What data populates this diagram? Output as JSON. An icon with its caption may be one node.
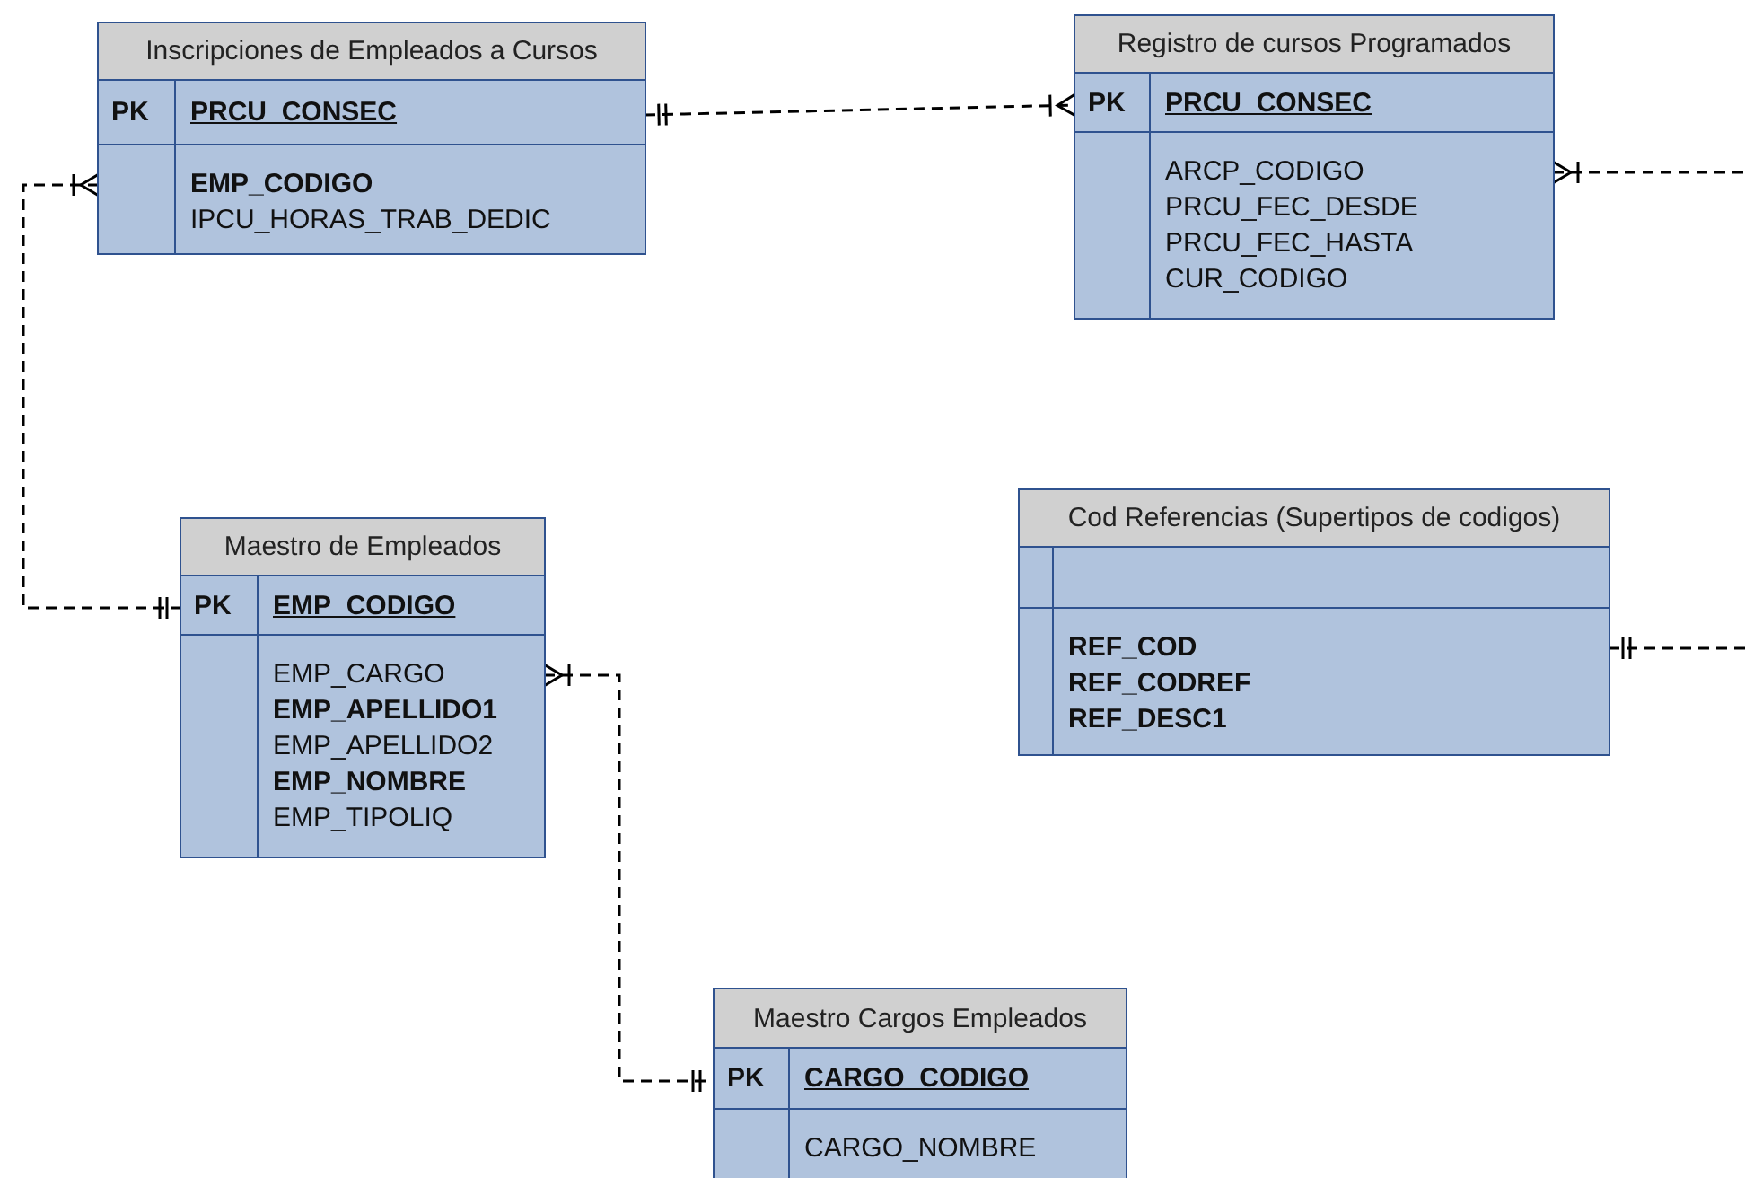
{
  "diagram": {
    "nodes": [
      {
        "text": [
          "Inscripciones de Empleados a Cursos"
        ]
      },
      {
        "text": [
          "PK",
          "PRCU_CONSEC"
        ],
        "in": 0
      },
      {
        "text": [
          "**EMP_CODIGO**",
          "IPCU_HORAS_TRAB_DEDIC"
        ],
        "in": 0
      },
      {
        "text": [
          "Registro de cursos Programados"
        ]
      },
      {
        "text": [
          "PK",
          "PRCU_CONSEC"
        ],
        "in": 3
      },
      {
        "text": [
          "ARCP_CODIGO",
          "PRCU_FEC_DESDE",
          "PRCU_FEC_HASTA",
          "CUR_CODIGO"
        ],
        "in": 3
      },
      {
        "text": [
          "Cod Referencias (Supertipos de codigos)"
        ]
      },
      {
        "text": [],
        "shape": "box",
        "in": 6
      },
      {
        "text": [
          "**REF_COD**",
          "**REF_CODREF**",
          "**REF_DESC1**"
        ],
        "in": 6
      },
      {
        "text": [
          "Maestro de Empleados"
        ]
      },
      {
        "text": [
          "PK",
          "EMP_CODIGO"
        ],
        "in": 9
      },
      {
        "text": [
          "EMP_CARGO",
          "**EMP_APELLIDO1**",
          "EMP_APELLIDO2",
          "**EMP_NOMBRE**",
          "EMP_TIPOLIQ"
        ],
        "in": 9
      },
      {
        "text": [
          "Maestro Cargos Empleados"
        ]
      },
      {
        "text": [
          "PK",
          "CARGO_CODIGO"
        ],
        "in": 12
      },
      {
        "text": [
          "CARGO_NOMBRE"
        ],
        "in": 12
      }
    ],
    "edges": [
      {
        "from": 1,
        "to": 4,
        "arrow": "other",
        "style": "dashed"
      },
      {
        "from": 2,
        "to": 10,
        "arrow": "other",
        "style": "dashed"
      },
      {
        "from": 11,
        "to": 13,
        "arrow": "other",
        "style": "dashed"
      },
      {
        "from": 5,
        "to": null,
        "arrow": "other",
        "style": "dashed"
      },
      {
        "from": 8,
        "to": null,
        "arrow": "other",
        "style": "dashed"
      }
    ]
  }
}
